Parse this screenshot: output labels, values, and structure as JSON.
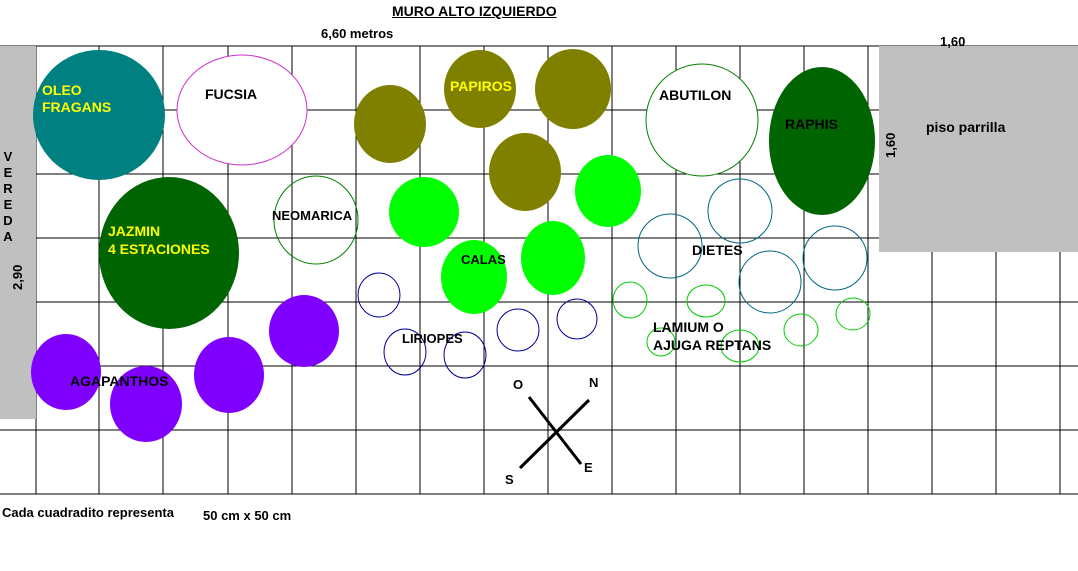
{
  "title": "MURO ALTO IZQUIERDO",
  "width_label": "6,60 metros",
  "footer_text_1": "Cada cuadradito representa",
  "footer_text_2": "50 cm x 50 cm",
  "left_strip": {
    "vertical_text": [
      "V",
      "E",
      "R",
      "E",
      "D",
      "A"
    ],
    "dimension": "2,90"
  },
  "right_block": {
    "label": "piso parrilla",
    "dimension_top": "1,60",
    "dimension_side": "1,60"
  },
  "compass": {
    "o": "O",
    "n": "N",
    "s": "S",
    "e": "E"
  },
  "colors": {
    "teal": "#008080",
    "dark_green": "#006400",
    "olive": "#808000",
    "bright_green": "#00ff00",
    "purple": "#8000ff",
    "gray": "#c0c0c0",
    "yellow_text": "#ffff00",
    "fucsia_outline": "#cc33cc",
    "liriope_outline": "#000099",
    "dietes_outline": "#006680",
    "lamium_outline": "#00cc00"
  },
  "plants": [
    {
      "id": "oleo",
      "label": [
        "OLEO",
        "FRAGANS"
      ]
    },
    {
      "id": "fucsia",
      "label": [
        "FUCSIA"
      ]
    },
    {
      "id": "jazmin",
      "label": [
        "JAZMIN",
        "4 ESTACIONES"
      ]
    },
    {
      "id": "neomarica",
      "label": [
        "NEOMARICA"
      ]
    },
    {
      "id": "papiros",
      "label": [
        "PAPIROS"
      ]
    },
    {
      "id": "calas",
      "label": [
        "CALAS"
      ]
    },
    {
      "id": "abutilon",
      "label": [
        "ABUTILON"
      ]
    },
    {
      "id": "raphis",
      "label": [
        "RAPHIS"
      ]
    },
    {
      "id": "dietes",
      "label": [
        "DIETES"
      ]
    },
    {
      "id": "liriopes",
      "label": [
        "LIRIOPES"
      ]
    },
    {
      "id": "lamium",
      "label": [
        "LAMIUM O",
        "AJUGA REPTANS"
      ]
    },
    {
      "id": "agapanthos",
      "label": [
        "AGAPANTHOS"
      ]
    }
  ]
}
